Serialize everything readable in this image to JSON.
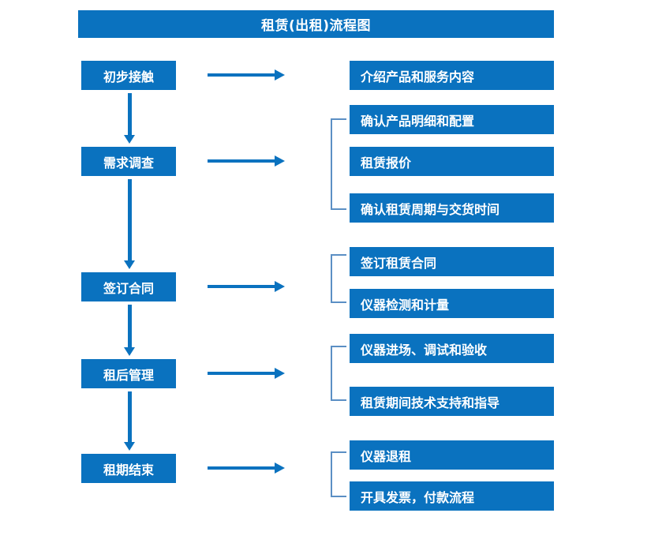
{
  "diagram": {
    "title": "租赁(出租)流程图",
    "accent_color": "#0a72bf",
    "bracket_color": "#5b8fc4",
    "text_color": "#ffffff",
    "background_color": "#ffffff"
  },
  "stages": [
    {
      "label": "初步接触"
    },
    {
      "label": "需求调查"
    },
    {
      "label": "签订合同"
    },
    {
      "label": "租后管理"
    },
    {
      "label": "租期结束"
    }
  ],
  "details": [
    {
      "label": "介绍产品和服务内容"
    },
    {
      "label": "确认产品明细和配置"
    },
    {
      "label": "租赁报价"
    },
    {
      "label": "确认租赁周期与交货时间"
    },
    {
      "label": "签订租赁合同"
    },
    {
      "label": "仪器检测和计量"
    },
    {
      "label": "仪器进场、调试和验收"
    },
    {
      "label": "租赁期间技术支持和指导"
    },
    {
      "label": "仪器退租"
    },
    {
      "label": "开具发票，付款流程"
    }
  ]
}
